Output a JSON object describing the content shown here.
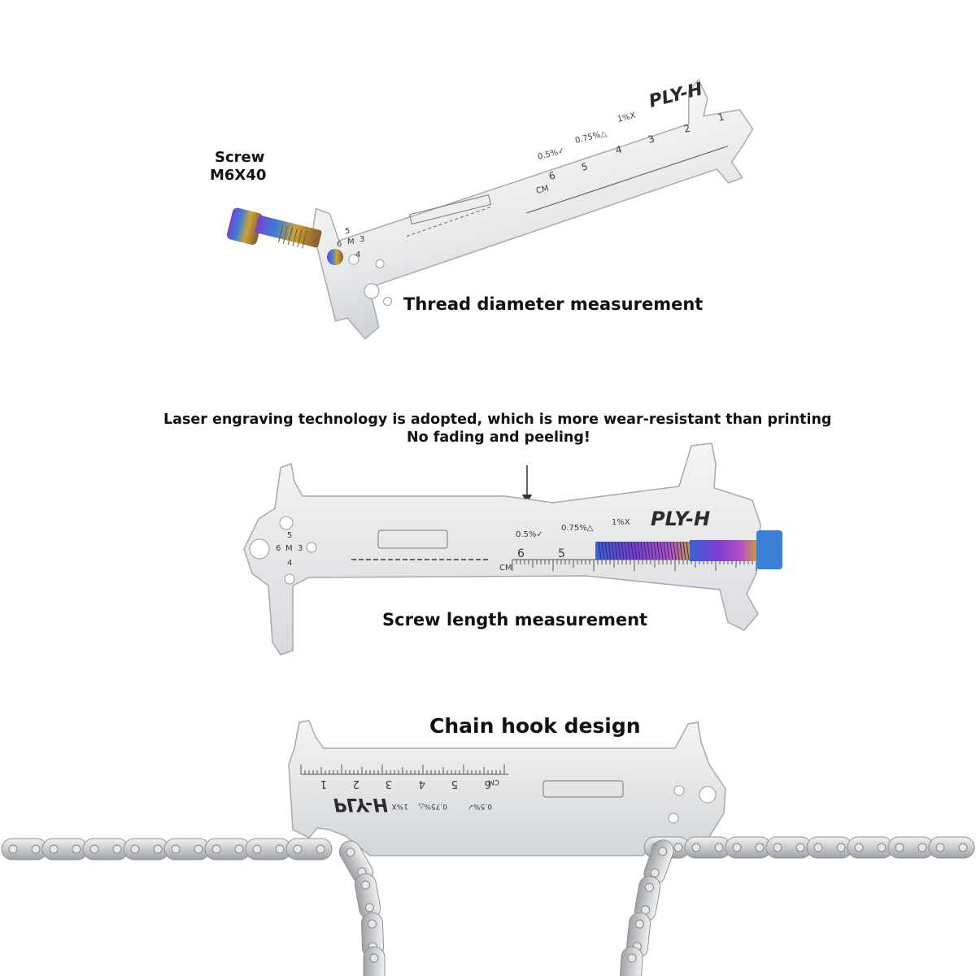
{
  "panels": {
    "thread": {
      "screw_label_line1": "Screw",
      "screw_label_line2": "M6X40",
      "caption": "Thread diameter measurement"
    },
    "length": {
      "headline_line1": "Laser engraving technology is adopted, which is more wear-resistant than printing",
      "headline_line2": "No fading and peeling!",
      "caption": "Screw length measurement"
    },
    "hook": {
      "caption": "Chain hook design"
    }
  },
  "tool": {
    "brand": "PLY-H",
    "wear_marks": [
      "0.5%✓",
      "0.75%△",
      "1%X"
    ],
    "unit": "CM",
    "ruler_numbers": [
      "1",
      "2",
      "3",
      "4",
      "5",
      "6"
    ],
    "thread_sizes": [
      "5",
      "6",
      "M",
      "3",
      "4"
    ]
  },
  "colors": {
    "steel_light": "#f1f2f3",
    "steel_mid": "#d7d9dc",
    "steel_dark": "#9a9da1",
    "screw_gold": "#c9a23a",
    "screw_purple": "#8a3fd1",
    "screw_blue": "#3b7fd6",
    "text": "#111111"
  }
}
